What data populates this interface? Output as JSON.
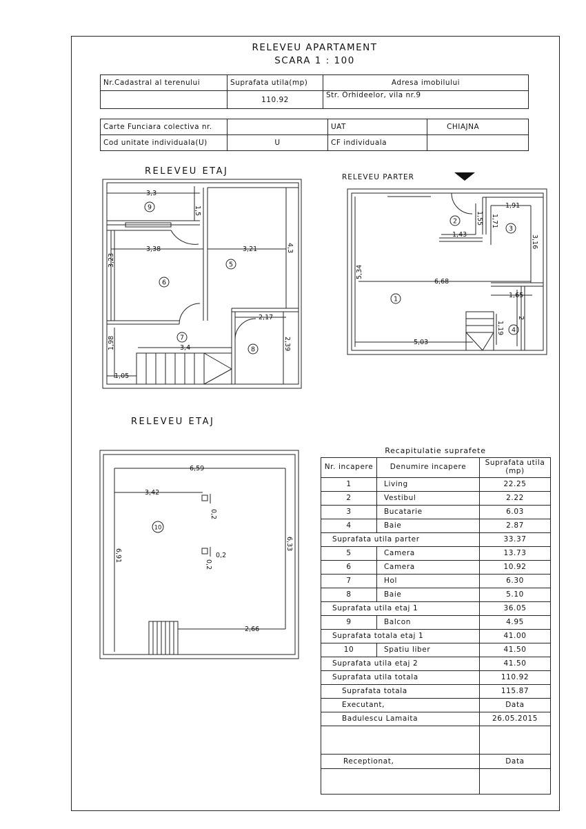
{
  "header": {
    "title": "RELEVEU APARTAMENT",
    "scale": "SCARA 1 : 100"
  },
  "info1": {
    "cadastral_label": "Nr.Cadastral al terenului",
    "surface_label": "Suprafata utila(mp)",
    "address_label": "Adresa imobilului",
    "surface_value": "110.92",
    "address_value": "Str. Orhideelor, vila nr.9"
  },
  "info2": {
    "carte_label": "Carte Funciara colectiva nr.",
    "uat_label": "UAT",
    "uat_value": "CHIAJNA",
    "cod_label": "Cod unitate individuala(U)",
    "cod_value": "U",
    "cf_label": "CF individuala"
  },
  "plans": {
    "etaj1": {
      "title": "RELEVEU ETAJ",
      "dims": [
        "3,3",
        "1,5",
        "3,38",
        "3,21",
        "4,3",
        "3,23",
        "2,17",
        "1,98",
        "3,4",
        "2,39",
        "1,05"
      ],
      "rooms": [
        "9",
        "6",
        "5",
        "7",
        "8"
      ]
    },
    "parter": {
      "title": "RELEVEU PARTER",
      "dims": [
        "1,91",
        "1,55",
        "1,71",
        "1,43",
        "3,16",
        "5,34",
        "6,68",
        "1,65",
        "2",
        "1,19",
        "5,03"
      ],
      "rooms": [
        "2",
        "3",
        "1",
        "4"
      ]
    },
    "etaj2": {
      "title": "RELEVEU ETAJ",
      "dims": [
        "6,59",
        "3,42",
        "0,2",
        "0,2",
        "0,2",
        "6,91",
        "6,33",
        "2,66"
      ],
      "rooms": [
        "10"
      ]
    }
  },
  "recap": {
    "title": "Recapitulatie suprafete",
    "col_nr": "Nr. incapere",
    "col_name": "Denumire incapere",
    "col_area": "Suprafata utila (mp)",
    "rows": [
      {
        "nr": "1",
        "name": "Living",
        "area": "22.25"
      },
      {
        "nr": "2",
        "name": "Vestibul",
        "area": "2.22"
      },
      {
        "nr": "3",
        "name": "Bucatarie",
        "area": "6.03"
      },
      {
        "nr": "4",
        "name": "Baie",
        "area": "2.87"
      },
      {
        "label": "Suprafata utila parter",
        "area": "33.37"
      },
      {
        "nr": "5",
        "name": "Camera",
        "area": "13.73"
      },
      {
        "nr": "6",
        "name": "Camera",
        "area": "10.92"
      },
      {
        "nr": "7",
        "name": "Hol",
        "area": "6.30"
      },
      {
        "nr": "8",
        "name": "Baie",
        "area": "5.10"
      },
      {
        "label": "Suprafata utila etaj 1",
        "area": "36.05"
      },
      {
        "nr": "9",
        "name": "Balcon",
        "area": "4.95"
      },
      {
        "label": "Suprafata totala etaj 1",
        "area": "41.00"
      },
      {
        "nr": "10",
        "name": "Spatiu liber",
        "area": "41.50"
      },
      {
        "label": "Suprafata utila etaj 2",
        "area": "41.50"
      },
      {
        "label": "Suprafata utila totala",
        "area": "110.92"
      },
      {
        "label": "Suprafata totala",
        "area": "115.87"
      },
      {
        "label": "Executant,",
        "area": "Data"
      },
      {
        "label": "Badulescu Lamaita",
        "area": "26.05.2015"
      }
    ],
    "receptionat_label": "Receptionat,",
    "receptionat_date_label": "Data"
  }
}
